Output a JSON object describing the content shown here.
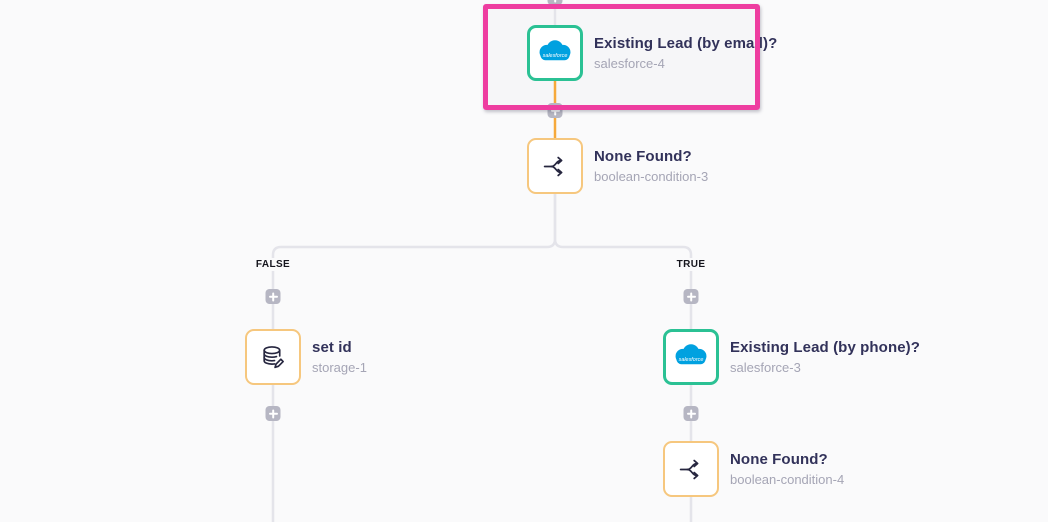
{
  "app": {
    "name": "workflow-builder-canvas"
  },
  "colors": {
    "canvas_background": "#fafafb",
    "connector_default": "#e4e4ea",
    "connector_active": "#f6a93b",
    "selection_pink": "#ee3da0",
    "node_border_green": "#2bc194",
    "node_border_orange": "#f6c77e",
    "plus_button_gray": "#b6b6c3",
    "title_text": "#32325a",
    "subtitle_text": "#a5a5b5",
    "salesforce_blue": "#00a1e0"
  },
  "branch_labels": {
    "false_label": "FALSE",
    "true_label": "TRUE"
  },
  "logo_text": {
    "salesforce": "salesforce"
  },
  "nodes": [
    {
      "title": "Existing Lead (by email)?",
      "subtitle": "salesforce-4",
      "icon": "salesforce-icon",
      "selected": true
    },
    {
      "title": "None Found?",
      "subtitle": "boolean-condition-3",
      "icon": "branch-icon",
      "selected": false
    },
    {
      "title": "set id",
      "subtitle": "storage-1",
      "icon": "database-edit-icon",
      "selected": false
    },
    {
      "title": "Existing Lead (by phone)?",
      "subtitle": "salesforce-3",
      "icon": "salesforce-icon",
      "selected": false
    },
    {
      "title": "None Found?",
      "subtitle": "boolean-condition-4",
      "icon": "branch-icon",
      "selected": false
    }
  ]
}
